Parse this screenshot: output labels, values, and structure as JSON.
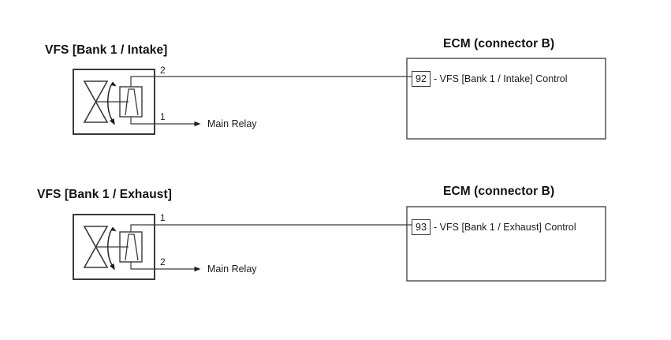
{
  "document": {
    "type": "wiring-diagram",
    "background_color": "#ffffff",
    "line_color": "#3a3a3a",
    "text_color": "#1b1b1b"
  },
  "circuits": [
    {
      "id": "intake",
      "component_title": "VFS [Bank 1 / Intake]",
      "ecm_title": "ECM (connector B)",
      "component_symbol": "variable-force-solenoid",
      "pins": [
        {
          "number": "2",
          "position": "top",
          "destination": "ecm"
        },
        {
          "number": "1",
          "position": "bottom",
          "destination": "main-relay"
        }
      ],
      "relay_label": "Main Relay",
      "ecm_pin": {
        "number": "92",
        "separator": "-",
        "description": "VFS [Bank 1 / Intake] Control",
        "full_text": "92 - VFS [Bank 1 / Intake] Control"
      }
    },
    {
      "id": "exhaust",
      "component_title": "VFS [Bank 1 / Exhaust]",
      "ecm_title": "ECM (connector B)",
      "component_symbol": "variable-force-solenoid",
      "pins": [
        {
          "number": "1",
          "position": "top",
          "destination": "ecm"
        },
        {
          "number": "2",
          "position": "bottom",
          "destination": "main-relay"
        }
      ],
      "relay_label": "Main Relay",
      "ecm_pin": {
        "number": "93",
        "separator": "-",
        "description": "VFS [Bank 1 / Exhaust] Control",
        "full_text": "93 - VFS [Bank 1 / Exhaust] Control"
      }
    }
  ]
}
